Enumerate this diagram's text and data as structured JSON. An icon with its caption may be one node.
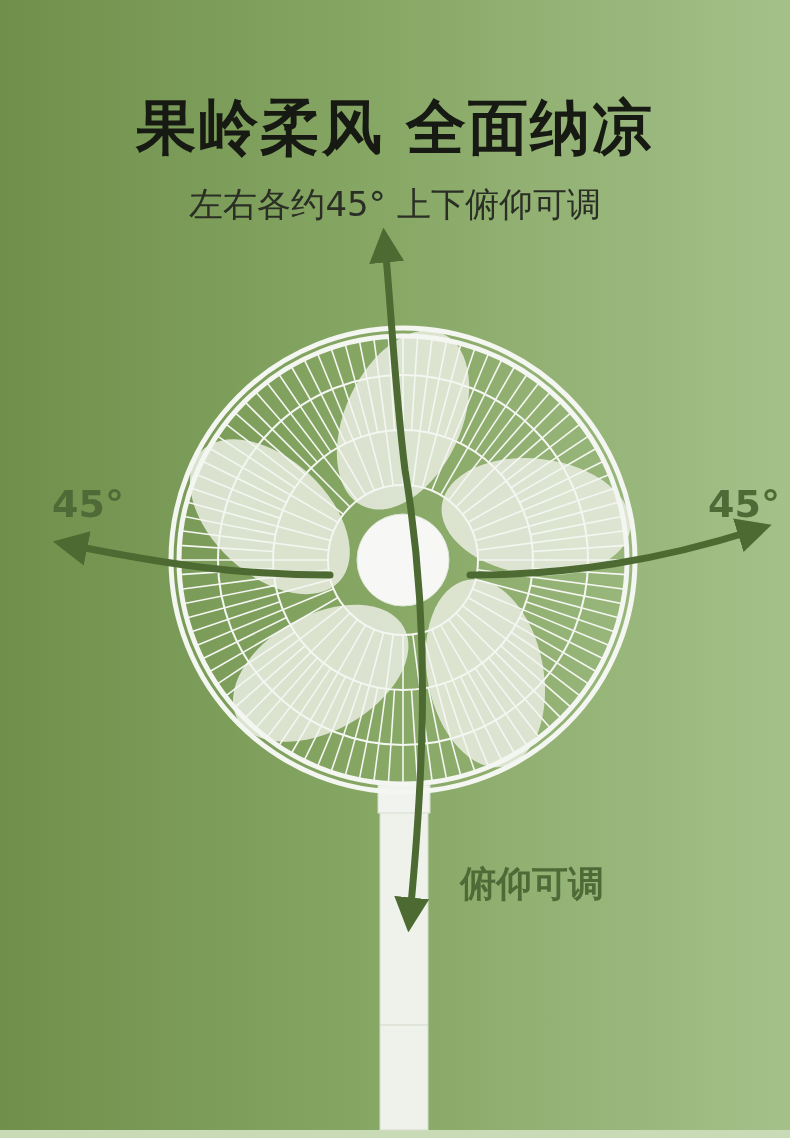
{
  "diagram": {
    "title": "果岭柔风 全面纳凉",
    "labels": [
      "左右各约45° 上下俯仰可调",
      "45°",
      "45°",
      "俯仰可调"
    ]
  }
}
